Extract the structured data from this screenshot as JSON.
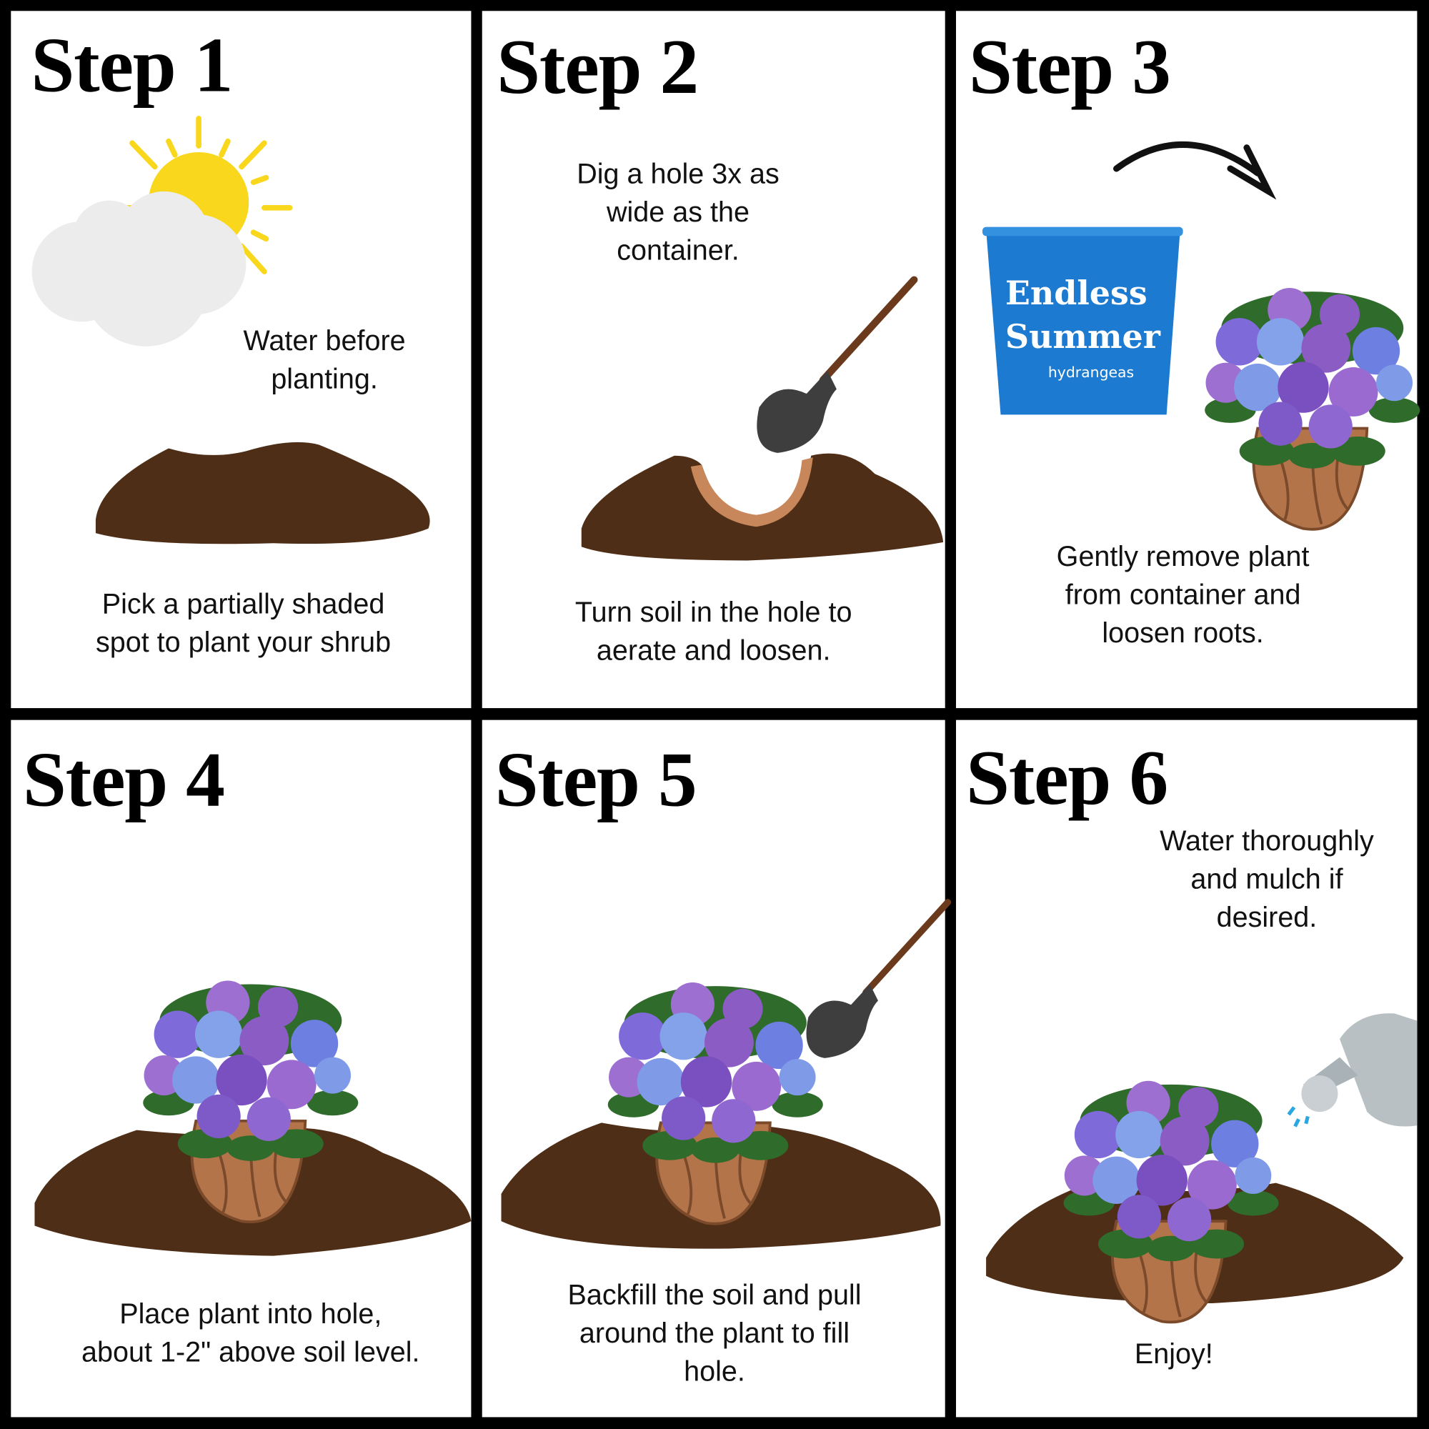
{
  "steps": [
    {
      "title": "Step 1",
      "note": [
        "Water before",
        "planting."
      ],
      "caption": [
        "Pick a partially shaded",
        "spot to plant your shrub"
      ]
    },
    {
      "title": "Step 2",
      "note": [
        "Dig a hole 3x as",
        "wide as the",
        "container."
      ],
      "caption": [
        "Turn soil in the hole to",
        "aerate and loosen."
      ]
    },
    {
      "title": "Step 3",
      "caption": [
        "Gently remove plant",
        "from container and",
        "loosen roots."
      ]
    },
    {
      "title": "Step 4",
      "caption": [
        "Place plant into hole,",
        "about 1-2\" above soil level."
      ]
    },
    {
      "title": "Step 5",
      "caption": [
        "Backfill the soil and pull",
        "around the plant to fill",
        "hole."
      ]
    },
    {
      "title": "Step 6",
      "note": [
        "Water thoroughly",
        "and mulch if",
        "desired."
      ],
      "caption": [
        "Enjoy!"
      ]
    }
  ],
  "pot_logo": {
    "line1": "Endless",
    "line2": "Summer",
    "line3": "hydrangeas"
  },
  "colors": {
    "soil": "#4e2e16",
    "sun": "#f9d71c",
    "cloud": "#ececec",
    "pot": "#1c7ad0",
    "hole": "#c8875a",
    "blue_flower": "#7f9be8",
    "purple_flower": "#8c5cc8",
    "leaf": "#2f6b2a"
  }
}
